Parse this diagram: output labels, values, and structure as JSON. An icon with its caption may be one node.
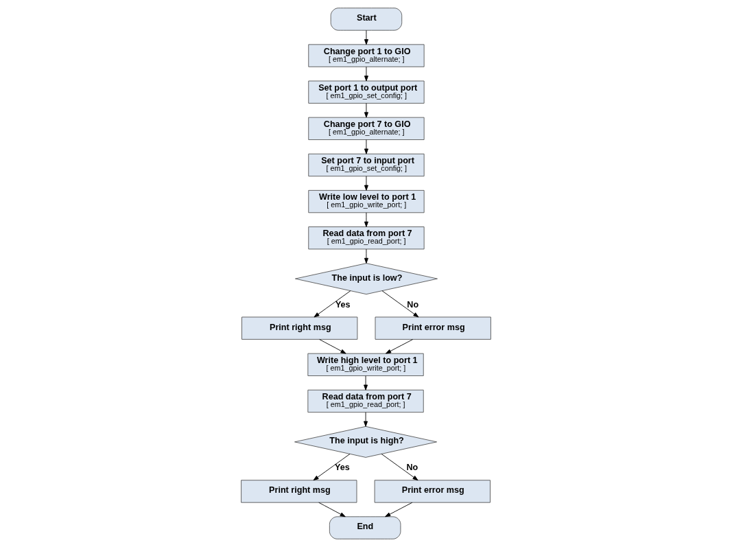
{
  "diagram": {
    "nodes": [
      {
        "text": [
          "Start"
        ]
      },
      {
        "text": [
          "Change port 1 to GIO",
          "[ em1_gpio_alternate; ]"
        ]
      },
      {
        "text": [
          "Set port 1 to output port",
          "[ em1_gpio_set_config; ]"
        ]
      },
      {
        "text": [
          "Change port 7 to GIO",
          "[ em1_gpio_alternate; ]"
        ]
      },
      {
        "text": [
          "Set port 7 to input port",
          "[ em1_gpio_set_config; ]"
        ]
      },
      {
        "text": [
          "Write low level to port 1",
          "[ em1_gpio_write_port; ]"
        ]
      },
      {
        "text": [
          "Read data from port 7",
          "[ em1_gpio_read_port; ]"
        ]
      },
      {
        "text": [
          "The input is low?"
        ]
      },
      {
        "text": [
          "Print right msg"
        ]
      },
      {
        "text": [
          "Print error msg"
        ]
      },
      {
        "text": [
          "Write high level to port 1",
          "[ em1_gpio_write_port; ]"
        ]
      },
      {
        "text": [
          "Read data from port 7",
          "[ em1_gpio_read_port; ]"
        ]
      },
      {
        "text": [
          "The input is high?"
        ]
      },
      {
        "text": [
          "Print right msg"
        ]
      },
      {
        "text": [
          "Print error msg"
        ]
      },
      {
        "text": [
          "End"
        ]
      }
    ],
    "edges": [
      {
        "from": 0,
        "to": 1,
        "arrow": "to"
      },
      {
        "from": 1,
        "to": 2,
        "arrow": "to"
      },
      {
        "from": 2,
        "to": 3,
        "arrow": "to"
      },
      {
        "from": 3,
        "to": 4,
        "arrow": "to"
      },
      {
        "from": 4,
        "to": 5,
        "arrow": "to"
      },
      {
        "from": 5,
        "to": 6,
        "arrow": "to"
      },
      {
        "from": 6,
        "to": 7,
        "arrow": "to"
      },
      {
        "from": 7,
        "to": 8,
        "arrow": "to",
        "label": "Yes"
      },
      {
        "from": 7,
        "to": 9,
        "arrow": "to",
        "label": "No"
      },
      {
        "from": 8,
        "to": 10,
        "arrow": "to"
      },
      {
        "from": 9,
        "to": 10,
        "arrow": "to"
      },
      {
        "from": 10,
        "to": 11,
        "arrow": "to"
      },
      {
        "from": 11,
        "to": 12,
        "arrow": "to"
      },
      {
        "from": 12,
        "to": 13,
        "arrow": "to",
        "label": "Yes"
      },
      {
        "from": 12,
        "to": 14,
        "arrow": "to",
        "label": "No"
      },
      {
        "from": 13,
        "to": 15,
        "arrow": "to"
      },
      {
        "from": 14,
        "to": 15,
        "arrow": "to"
      }
    ]
  }
}
